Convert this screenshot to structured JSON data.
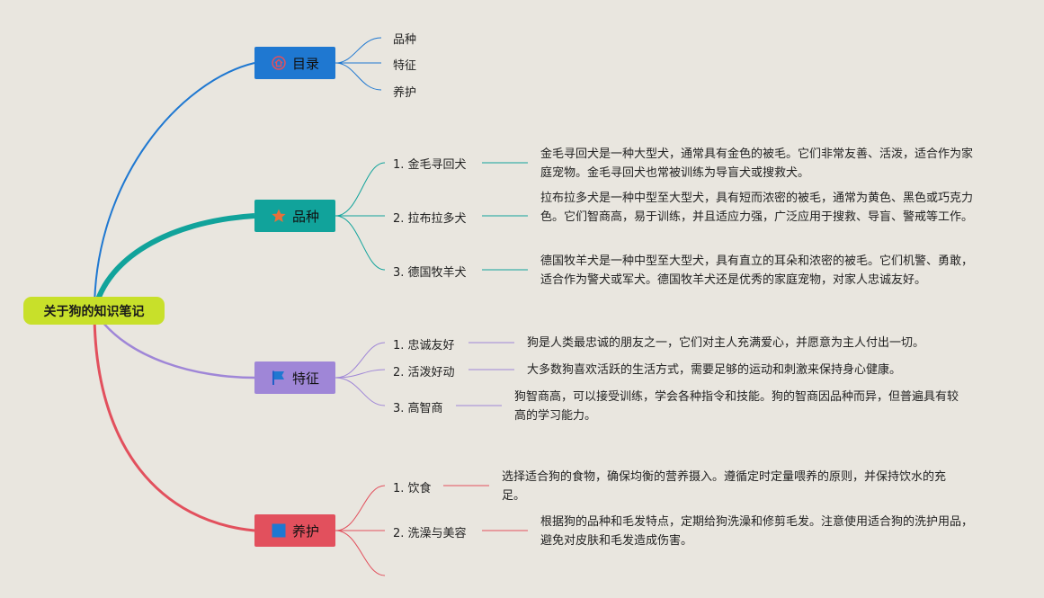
{
  "root": {
    "label": "关于狗的知识笔记"
  },
  "colors": {
    "toc": "#1f78d1",
    "breed": "#11a39b",
    "features": "#9f86d7",
    "care": "#e2505d",
    "root": "#c8e02a"
  },
  "toc": {
    "label": "目录",
    "icon": "home-icon",
    "items": [
      "品种",
      "特征",
      "养护"
    ]
  },
  "breeds": {
    "label": "品种",
    "icon": "star-icon",
    "items": [
      {
        "name": "1. 金毛寻回犬",
        "desc": "金毛寻回犬是一种大型犬，通常具有金色的被毛。它们非常友善、活泼，适合作为家庭宠物。金毛寻回犬也常被训练为导盲犬或搜救犬。"
      },
      {
        "name": "2. 拉布拉多犬",
        "desc": "拉布拉多犬是一种中型至大型犬，具有短而浓密的被毛，通常为黄色、黑色或巧克力色。它们智商高，易于训练，并且适应力强，广泛应用于搜救、导盲、警戒等工作。"
      },
      {
        "name": "3. 德国牧羊犬",
        "desc": "德国牧羊犬是一种中型至大型犬，具有直立的耳朵和浓密的被毛。它们机警、勇敢，适合作为警犬或军犬。德国牧羊犬还是优秀的家庭宠物，对家人忠诚友好。"
      }
    ]
  },
  "features": {
    "label": "特征",
    "icon": "flag-icon",
    "items": [
      {
        "name": "1. 忠诚友好",
        "desc": "狗是人类最忠诚的朋友之一，它们对主人充满爱心，并愿意为主人付出一切。"
      },
      {
        "name": "2. 活泼好动",
        "desc": "大多数狗喜欢活跃的生活方式，需要足够的运动和刺激来保持身心健康。"
      },
      {
        "name": "3. 高智商",
        "desc": "狗智商高，可以接受训练，学会各种指令和技能。狗的智商因品种而异，但普遍具有较高的学习能力。"
      }
    ]
  },
  "care": {
    "label": "养护",
    "icon": "square-icon",
    "items": [
      {
        "name": "1. 饮食",
        "desc": "选择适合狗的食物，确保均衡的营养摄入。遵循定时定量喂养的原则，并保持饮水的充足。"
      },
      {
        "name": "2. 洗澡与美容",
        "desc": "根据狗的品种和毛发特点，定期给狗洗澡和修剪毛发。注意使用适合狗的洗护用品，避免对皮肤和毛发造成伤害。"
      }
    ]
  }
}
